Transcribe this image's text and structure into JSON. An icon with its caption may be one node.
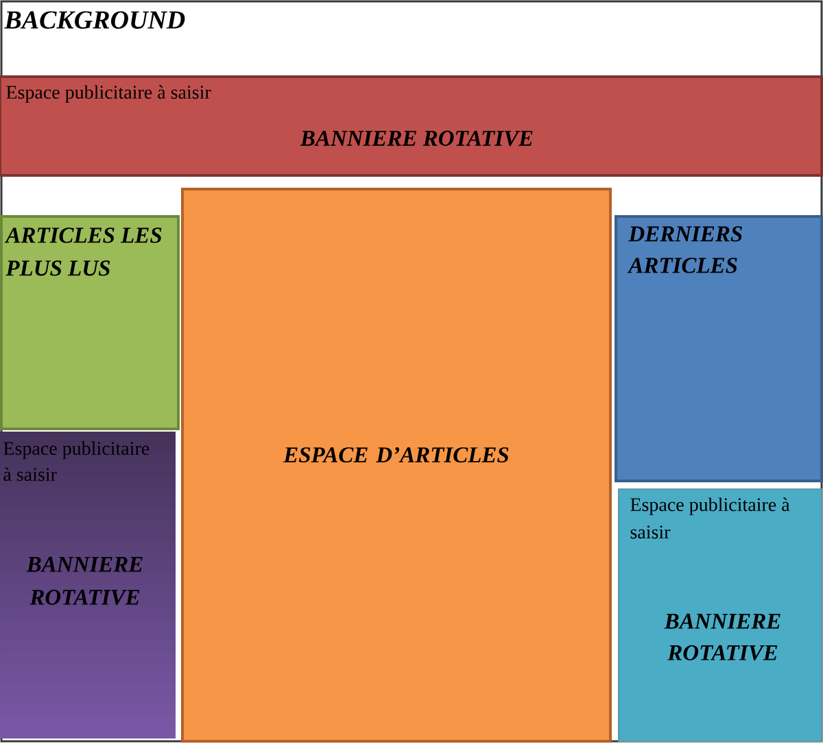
{
  "diagram": {
    "nodes": [
      {
        "text": [
          "BACKGROUND"
        ]
      },
      {
        "text": [
          "Espace publicitaire à saisir",
          "BANNIERE ROTATIVE"
        ],
        "in": 0
      },
      {
        "text": [
          "ARTICLES LES PLUS LUS"
        ],
        "in": 0
      },
      {
        "text": [
          "ESPACE D’ARTICLES"
        ],
        "in": 0
      },
      {
        "text": [
          "DERNIERS ARTICLES"
        ],
        "in": 0
      },
      {
        "text": [
          "Espace publicitaire à saisir",
          "BANNIERE ROTATIVE"
        ],
        "in": 0
      },
      {
        "text": [
          "Espace publicitaire à saisir",
          "BANNIERE ROTATIVE"
        ],
        "in": 0
      }
    ]
  }
}
